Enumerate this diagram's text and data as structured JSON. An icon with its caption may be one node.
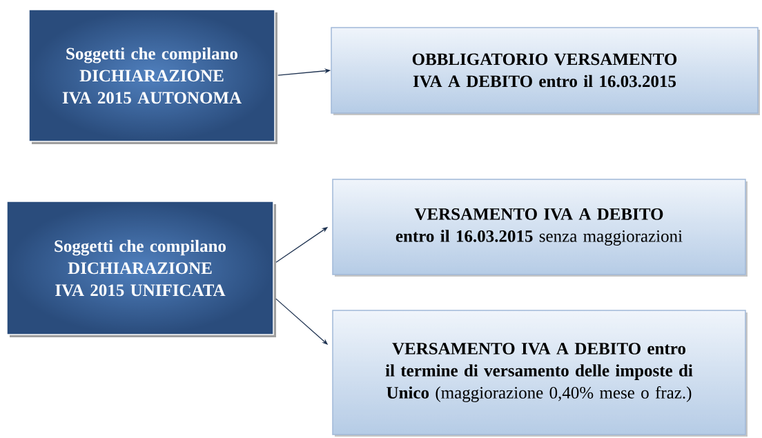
{
  "diagram": {
    "nodes": [
      {
        "text": [
          "Soggetti che compilano DICHIARAZIONE IVA 2015 AUTONOMA"
        ]
      },
      {
        "text": [
          "OBBLIGATORIO VERSAMENTO IVA A DEBITO entro il 16.03.2015"
        ]
      },
      {
        "text": [
          "Soggetti che compilano DICHIARAZIONE IVA 2015 UNIFICATA"
        ]
      },
      {
        "text": [
          "**VERSAMENTO IVA A DEBITO entro il 16.03.2015** senza maggiorazioni"
        ]
      },
      {
        "text": [
          "**VERSAMENTO IVA A DEBITO entro il termine di versamento delle imposte di Unico** (maggiorazione 0,40% mese o fraz.)"
        ]
      }
    ],
    "edges": [
      {
        "from": 0,
        "to": 1,
        "arrow": "to"
      },
      {
        "from": 2,
        "to": 3,
        "arrow": "to"
      },
      {
        "from": 2,
        "to": 4,
        "arrow": "to"
      }
    ]
  }
}
